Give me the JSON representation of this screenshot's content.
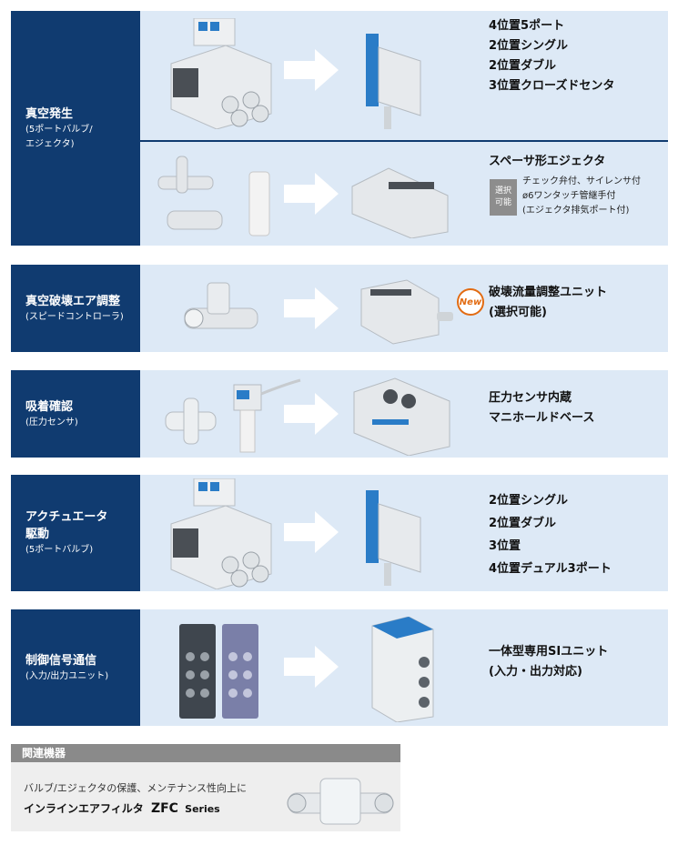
{
  "sections": [
    {
      "title": "真空発生",
      "subtitle_lines": [
        "(5ポートバルブ/",
        "エジェクタ)"
      ]
    },
    {
      "title": "真空破壊エア調整",
      "subtitle_lines": [
        "(スピードコントローラ)"
      ]
    },
    {
      "title": "吸着確認",
      "subtitle_lines": [
        "(圧力センサ)"
      ]
    },
    {
      "title": "アクチュエータ",
      "title2": "駆動",
      "subtitle_lines": [
        "(5ポートバルブ)"
      ]
    },
    {
      "title": "制御信号通信",
      "subtitle_lines": [
        "(入力/出力ユニット)"
      ]
    }
  ],
  "texts": {
    "valve_lines": [
      "4位置5ポート",
      "2位置シングル",
      "2位置ダブル",
      "3位置クローズドセンタ"
    ],
    "ejector_title": "スペーサ形エジェクタ",
    "ejector_badge": [
      "選択",
      "可能"
    ],
    "ejector_notes": [
      "チェック弁付、サイレンサ付",
      "ø6ワンタッチ管継手付",
      "(エジェクタ排気ポート付)"
    ],
    "new_badge": "New",
    "breaker_lines": [
      "破壊流量調整ユニット",
      "(選択可能)"
    ],
    "sensor_lines": [
      "圧力センサ内蔵",
      "マニホールドベース"
    ],
    "actuator_lines": [
      "2位置シングル",
      "2位置ダブル",
      "3位置",
      "4位置デュアル3ポート"
    ],
    "si_lines": [
      "一体型専用SIユニット",
      "(入力・出力対応)"
    ]
  },
  "related": {
    "header": "関連機器",
    "description": "バルブ/エジェクタの保護、メンテナンス性向上に",
    "product_name": "インラインエアフィルタ",
    "product_code": "ZFC",
    "series_label": "Series"
  },
  "colors": {
    "navy": "#103b70",
    "panel": "#dde9f6",
    "new": "#e26b12",
    "badge": "#8d8d8d"
  }
}
